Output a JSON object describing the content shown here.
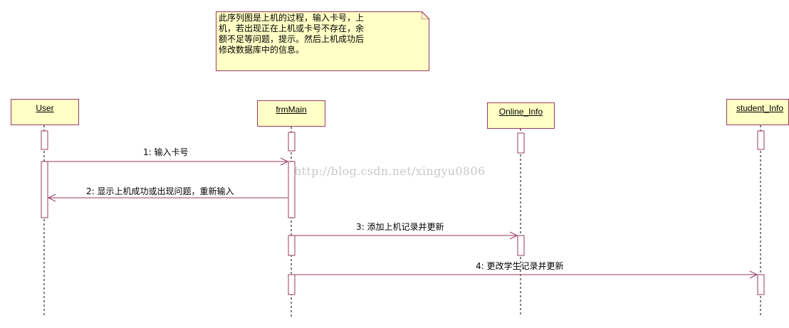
{
  "note": {
    "text": "此序列图是上机的过程，输入卡号，上\n机，若出现正在上机或卡号不存在，余\n额不足等问题，提示。然后上机成功后\n修改数据库中的信息。"
  },
  "objects": [
    {
      "name": "User"
    },
    {
      "name": "frmMain"
    },
    {
      "name": "Online_Info"
    },
    {
      "name": "student_Info"
    }
  ],
  "messages": [
    {
      "label": "1: 输入卡号",
      "from": "User",
      "to": "frmMain"
    },
    {
      "label": "2: 显示上机成功或出现问题，重新输入",
      "from": "frmMain",
      "to": "User"
    },
    {
      "label": "3: 添加上机记录并更新",
      "from": "frmMain",
      "to": "Online_Info"
    },
    {
      "label": "4: 更改学生记录并更新",
      "from": "frmMain",
      "to": "student_Info"
    }
  ],
  "watermark": "http://blog.csdn.net/xingyu0806",
  "colors": {
    "box_fill": "#ffffc6",
    "box_border": "#9b3a62",
    "arrow": "#9b3a62",
    "lifeline": "#000000"
  }
}
